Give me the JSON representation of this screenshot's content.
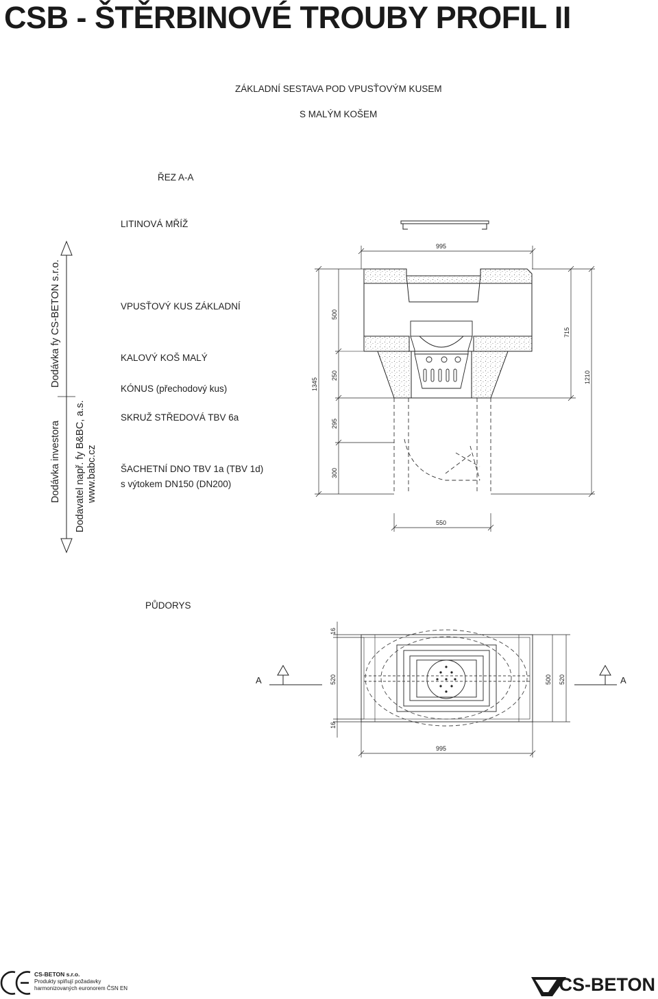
{
  "header": {
    "title": "CSB - ŠTĚRBINOVÉ TROUBY PROFIL II",
    "subtitle_line1": "ZÁKLADNÍ SESTAVA POD VPUSŤOVÝM KUSEM",
    "subtitle_line2": "S MALÝM KOŠEM",
    "section_label": "ŘEZ A-A"
  },
  "side": {
    "supply_cs_beton": "Dodávka fy CS-BETON s.r.o.",
    "supply_investor": "Dodávka investora",
    "supplier_line1": "Dodavatel např. fy B&BC, a.s.",
    "supplier_line2": "www.babc.cz"
  },
  "parts": {
    "grate": "LITINOVÁ MŘÍŽ",
    "inlet": "VPUSŤOVÝ KUS ZÁKLADNÍ",
    "basket": "KALOVÝ KOŠ MALÝ",
    "cone": "KÓNUS (přechodový kus)",
    "ring": "SKRUŽ STŘEDOVÁ TBV 6a",
    "bottom_line1": "ŠACHETNÍ DNO TBV 1a (TBV 1d)",
    "bottom_line2": "s výtokem DN150 (DN200)"
  },
  "section_dims": {
    "top_width": "995",
    "total_left": "1345",
    "inlet_height": "500",
    "cone_height": "250",
    "ring_height": "295",
    "bottom_height": "300",
    "right_upper": "715",
    "right_total": "1210",
    "bottom_width": "550"
  },
  "plan": {
    "label": "PŮDORYS",
    "marker_left": "A",
    "marker_right": "A",
    "dim_top": "16",
    "dim_left": "520",
    "dim_bottom": "16",
    "dim_inner": "500",
    "dim_right": "520",
    "dim_width": "995"
  },
  "footer": {
    "company": "CS-BETON s.r.o.",
    "line1": "Produkty splňují požadavky",
    "line2": "harmonizovaných euronorem ČSN EN",
    "ce_mark": "CE",
    "logo": "CS-BETON"
  }
}
